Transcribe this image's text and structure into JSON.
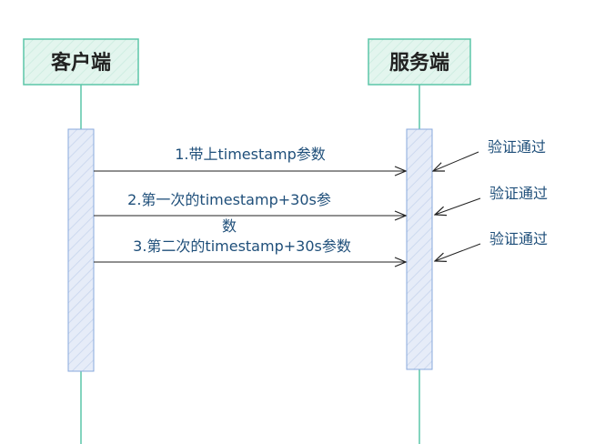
{
  "actors": {
    "client": {
      "label": "客户端"
    },
    "server": {
      "label": "服务端"
    }
  },
  "messages": [
    {
      "label_line1": "1.带上timestamp参数",
      "label_line2": ""
    },
    {
      "label_line1": "2.第一次的timestamp+30s参",
      "label_line2": "数"
    },
    {
      "label_line1": "3.第二次的timestamp+30s参数",
      "label_line2": ""
    }
  ],
  "notes": [
    {
      "label": "验证通过"
    },
    {
      "label": "验证通过"
    },
    {
      "label": "验证通过"
    }
  ],
  "colors": {
    "actor_fill": "#e3f5ee",
    "actor_border": "#5cc6a8",
    "lifeline": "#5cc6a8",
    "activation_fill": "#e6ecf8",
    "activation_border": "#88aadd",
    "arrow": "#222222",
    "text": "#1f4f7a"
  }
}
